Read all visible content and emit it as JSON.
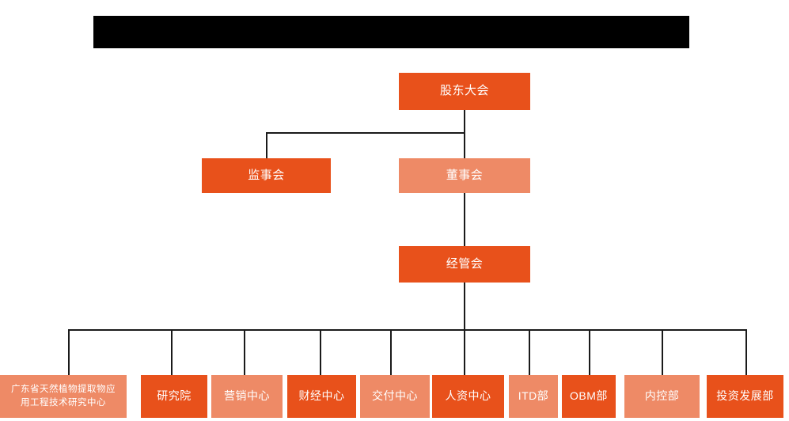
{
  "chart": {
    "type": "org-chart",
    "title_bar": {
      "label": "",
      "redacted": true,
      "color": "#000000"
    },
    "colors": {
      "primary": "#E8511B",
      "secondary": "#EE8A66",
      "connector": "#1a1a1a",
      "background": "#ffffff",
      "text": "#ffffff"
    },
    "levels": [
      {
        "level": 1,
        "nodes": [
          {
            "id": "shareholders",
            "label": "股东大会",
            "color": "primary"
          }
        ]
      },
      {
        "level": 2,
        "nodes": [
          {
            "id": "supervisors",
            "label": "监事会",
            "color": "primary"
          },
          {
            "id": "directors",
            "label": "董事会",
            "color": "secondary"
          }
        ]
      },
      {
        "level": 3,
        "nodes": [
          {
            "id": "management",
            "label": "经管会",
            "color": "primary"
          }
        ]
      },
      {
        "level": 4,
        "nodes": [
          {
            "id": "research-center",
            "label": "广东省天然植物提取物应\n用工程技术研究中心",
            "color": "secondary"
          },
          {
            "id": "institute",
            "label": "研究院",
            "color": "primary"
          },
          {
            "id": "marketing-center",
            "label": "营销中心",
            "color": "secondary"
          },
          {
            "id": "finance-center",
            "label": "财经中心",
            "color": "primary"
          },
          {
            "id": "delivery-center",
            "label": "交付中心",
            "color": "secondary"
          },
          {
            "id": "hr-center",
            "label": "人资中心",
            "color": "primary"
          },
          {
            "id": "itd-dept",
            "label": "ITD部",
            "color": "secondary"
          },
          {
            "id": "obm-dept",
            "label": "OBM部",
            "color": "primary"
          },
          {
            "id": "internal-control-dept",
            "label": "内控部",
            "color": "secondary"
          },
          {
            "id": "investment-development-dept",
            "label": "投资发展部",
            "color": "primary"
          }
        ]
      }
    ]
  }
}
